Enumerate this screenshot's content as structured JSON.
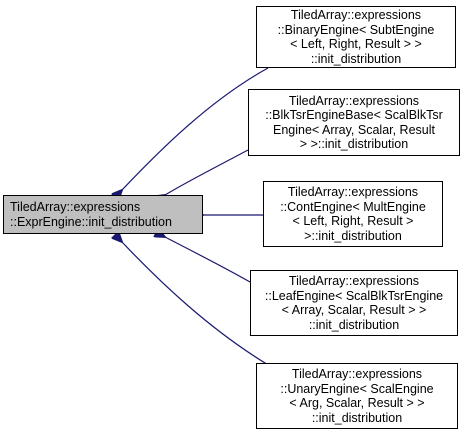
{
  "base_node": {
    "lines": [
      "TiledArray::expressions",
      "::ExprEngine::init_distribution"
    ]
  },
  "derived_nodes": [
    {
      "lines": [
        "TiledArray::expressions",
        "::BinaryEngine< SubtEngine",
        "< Left, Right, Result > >",
        "::init_distribution"
      ]
    },
    {
      "lines": [
        "TiledArray::expressions",
        "::BlkTsrEngineBase< ScalBlkTsr",
        "Engine< Array, Scalar, Result",
        "> >::init_distribution"
      ]
    },
    {
      "lines": [
        "TiledArray::expressions",
        "::ContEngine< MultEngine",
        "< Left, Right, Result >",
        ">::init_distribution"
      ]
    },
    {
      "lines": [
        "TiledArray::expressions",
        "::LeafEngine< ScalBlkTsrEngine",
        "< Array, Scalar, Result > >",
        "::init_distribution"
      ]
    },
    {
      "lines": [
        "TiledArray::expressions",
        "::UnaryEngine< ScalEngine",
        "< Arg, Scalar, Result > >",
        "::init_distribution"
      ]
    }
  ],
  "colors": {
    "edge": "#191970",
    "base_fill": "#bfbfbf",
    "node_border": "#000000"
  }
}
